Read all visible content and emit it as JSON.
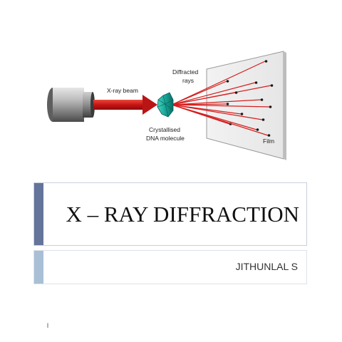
{
  "diagram": {
    "labels": {
      "xray_beam": "X-ray beam",
      "diffracted_line1": "Diffracted",
      "diffracted_line2": "rays",
      "crystal_line1": "Crystallised",
      "crystal_line2": "DNA molecule",
      "film": "Film"
    },
    "icons": {
      "source": "x-ray-tube-icon",
      "crystal": "crystal-icon",
      "film": "film-plate-icon"
    },
    "colors": {
      "beam": "#cc1f1f",
      "rays": "#d41f1f",
      "crystal": "#1aa89a",
      "spots": "#1a1a1a"
    }
  },
  "slide": {
    "title": "X – RAY DIFFRACTION",
    "subtitle": "JITHUNLAL S",
    "page_mark": "l",
    "colors": {
      "title_accent": "#65749b",
      "subtitle_accent": "#a8bfd6"
    }
  }
}
